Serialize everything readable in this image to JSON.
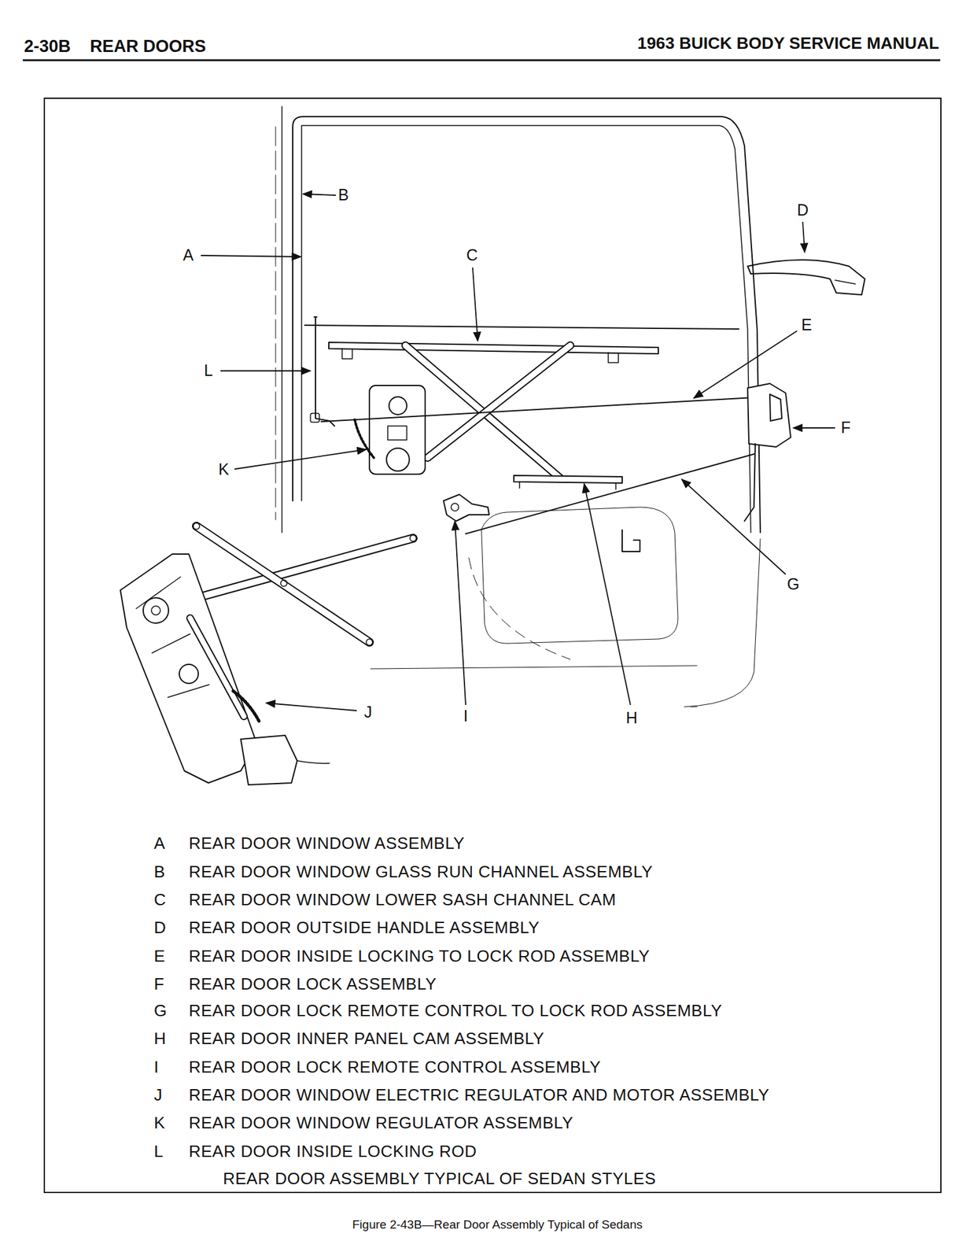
{
  "diagram": {
    "caption": "Figure 2-43B—Rear Door Assembly Typical of Sedans",
    "labels": [
      "2-30B",
      "REAR DOORS",
      "1963 BUICK BODY SERVICE MANUAL",
      "B",
      "D",
      "A",
      "C",
      "E",
      "L",
      "F",
      "K",
      "G",
      "J",
      "I",
      "H",
      "A",
      "REAR DOOR WINDOW ASSEMBLY",
      "B",
      "REAR DOOR WINDOW GLASS RUN CHANNEL ASSEMBLY",
      "C",
      "REAR DOOR WINDOW LOWER SASH CHANNEL CAM",
      "D",
      "REAR DOOR OUTSIDE HANDLE ASSEMBLY",
      "E",
      "REAR DOOR INSIDE LOCKING TO LOCK ROD ASSEMBLY",
      "F",
      "REAR DOOR LOCK ASSEMBLY",
      "G",
      "REAR DOOR LOCK REMOTE CONTROL TO LOCK ROD ASSEMBLY",
      "H",
      "REAR DOOR INNER PANEL CAM ASSEMBLY",
      "I",
      "REAR DOOR LOCK REMOTE CONTROL ASSEMBLY",
      "J",
      "REAR DOOR WINDOW ELECTRIC REGULATOR AND MOTOR ASSEMBLY",
      "K",
      "REAR DOOR WINDOW REGULATOR ASSEMBLY",
      "L",
      "REAR DOOR INSIDE LOCKING ROD",
      "REAR DOOR ASSEMBLY TYPICAL OF SEDAN STYLES"
    ]
  }
}
